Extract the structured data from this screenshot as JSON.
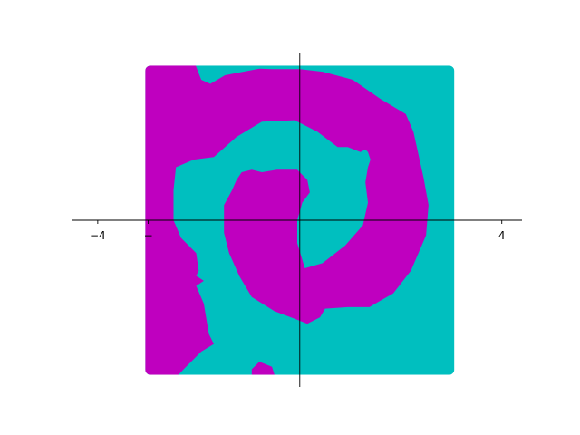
{
  "chart_data": {
    "type": "area",
    "title": "",
    "xlabel": "",
    "ylabel": "",
    "xlim": [
      -4.5,
      4.4
    ],
    "ylim": [
      -3.3,
      3.3
    ],
    "x_ticks": [
      {
        "value": -4,
        "label": "−4"
      },
      {
        "value": -3,
        "label": "−"
      },
      {
        "value": 4,
        "label": "4"
      }
    ],
    "grid": false,
    "legend": "none",
    "colors": {
      "class_a": "#bf00bf",
      "class_b": "#00bfbf",
      "axes": "#000000"
    },
    "series": [
      {
        "color_key": "class_b",
        "regions": [
          [
            [
              -3.06,
              3.06
            ],
            [
              3.06,
              3.06
            ],
            [
              3.06,
              -3.06
            ],
            [
              -3.06,
              -3.06
            ]
          ]
        ]
      },
      {
        "color_key": "class_a",
        "regions": [
          [
            [
              -3.06,
              3.06
            ],
            [
              -2.06,
              3.06
            ],
            [
              -1.95,
              2.78
            ],
            [
              -1.77,
              2.7
            ],
            [
              -1.48,
              2.87
            ],
            [
              -0.8,
              3.0
            ],
            [
              -0.55,
              2.99
            ],
            [
              0.0,
              2.99
            ],
            [
              0.45,
              2.94
            ],
            [
              1.05,
              2.78
            ],
            [
              1.6,
              2.4
            ],
            [
              2.1,
              2.1
            ],
            [
              2.25,
              1.75
            ],
            [
              2.45,
              0.85
            ],
            [
              2.55,
              0.3
            ],
            [
              2.5,
              -0.3
            ],
            [
              2.2,
              -1.0
            ],
            [
              1.85,
              -1.45
            ],
            [
              1.55,
              -1.62
            ],
            [
              1.38,
              -1.72
            ],
            [
              0.95,
              -1.72
            ],
            [
              0.5,
              -1.75
            ],
            [
              0.4,
              -1.92
            ],
            [
              0.15,
              -2.05
            ],
            [
              -0.1,
              -1.95
            ],
            [
              -0.5,
              -1.8
            ],
            [
              -0.95,
              -1.52
            ],
            [
              -1.2,
              -1.1
            ],
            [
              -1.4,
              -0.65
            ],
            [
              -1.5,
              -0.25
            ],
            [
              -1.5,
              0.3
            ],
            [
              -1.35,
              0.58
            ],
            [
              -1.25,
              0.8
            ],
            [
              -1.15,
              0.95
            ],
            [
              -0.95,
              1.0
            ],
            [
              -0.75,
              0.95
            ],
            [
              -0.45,
              1.0
            ],
            [
              -0.05,
              1.0
            ],
            [
              0.15,
              0.8
            ],
            [
              0.2,
              0.55
            ],
            [
              0.05,
              0.35
            ],
            [
              -0.05,
              0.0
            ],
            [
              -0.05,
              -0.45
            ],
            [
              0.1,
              -0.95
            ],
            [
              0.45,
              -0.85
            ],
            [
              0.9,
              -0.5
            ],
            [
              1.25,
              -0.1
            ],
            [
              1.35,
              0.35
            ],
            [
              1.3,
              0.75
            ],
            [
              1.35,
              1.05
            ],
            [
              1.4,
              1.2
            ],
            [
              1.35,
              1.35
            ],
            [
              1.3,
              1.4
            ],
            [
              1.2,
              1.35
            ],
            [
              0.95,
              1.45
            ],
            [
              0.75,
              1.45
            ],
            [
              0.35,
              1.75
            ],
            [
              -0.1,
              1.98
            ],
            [
              -0.75,
              1.95
            ],
            [
              -1.25,
              1.65
            ],
            [
              -1.7,
              1.25
            ],
            [
              -2.1,
              1.2
            ],
            [
              -2.45,
              1.05
            ],
            [
              -2.5,
              0.6
            ],
            [
              -2.5,
              0.0
            ],
            [
              -2.35,
              -0.35
            ],
            [
              -2.05,
              -0.65
            ],
            [
              -2.0,
              -1.0
            ],
            [
              -2.05,
              -1.1
            ],
            [
              -1.9,
              -1.2
            ],
            [
              -2.05,
              -1.3
            ],
            [
              -1.9,
              -1.65
            ],
            [
              -1.8,
              -2.25
            ],
            [
              -1.7,
              -2.45
            ],
            [
              -1.95,
              -2.6
            ],
            [
              -2.3,
              -2.95
            ],
            [
              -2.4,
              -3.06
            ],
            [
              -3.06,
              -3.06
            ]
          ],
          [
            [
              -0.95,
              -2.95
            ],
            [
              -0.8,
              -2.8
            ],
            [
              -0.55,
              -2.9
            ],
            [
              -0.5,
              -3.06
            ],
            [
              -0.95,
              -3.06
            ]
          ]
        ]
      }
    ]
  }
}
